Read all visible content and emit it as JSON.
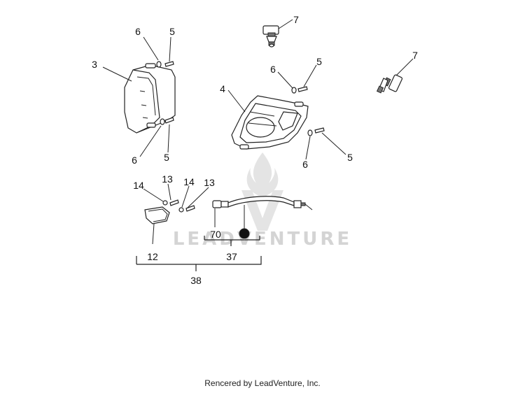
{
  "watermark": {
    "text": "LEADVENTURE",
    "logo": "leadventure-flame-logo"
  },
  "callouts": {
    "c3": "3",
    "c4": "4",
    "c5a": "5",
    "c5b": "5",
    "c5c": "5",
    "c5d": "5",
    "c6a": "6",
    "c6b": "6",
    "c6c": "6",
    "c6d": "6",
    "c7a": "7",
    "c7b": "7",
    "c12": "12",
    "c13a": "13",
    "c13b": "13",
    "c14a": "14",
    "c14b": "14",
    "c37": "37",
    "c38": "38",
    "c70": "70"
  },
  "footer": {
    "credit": "Rencered by LeadVenture, Inc."
  }
}
